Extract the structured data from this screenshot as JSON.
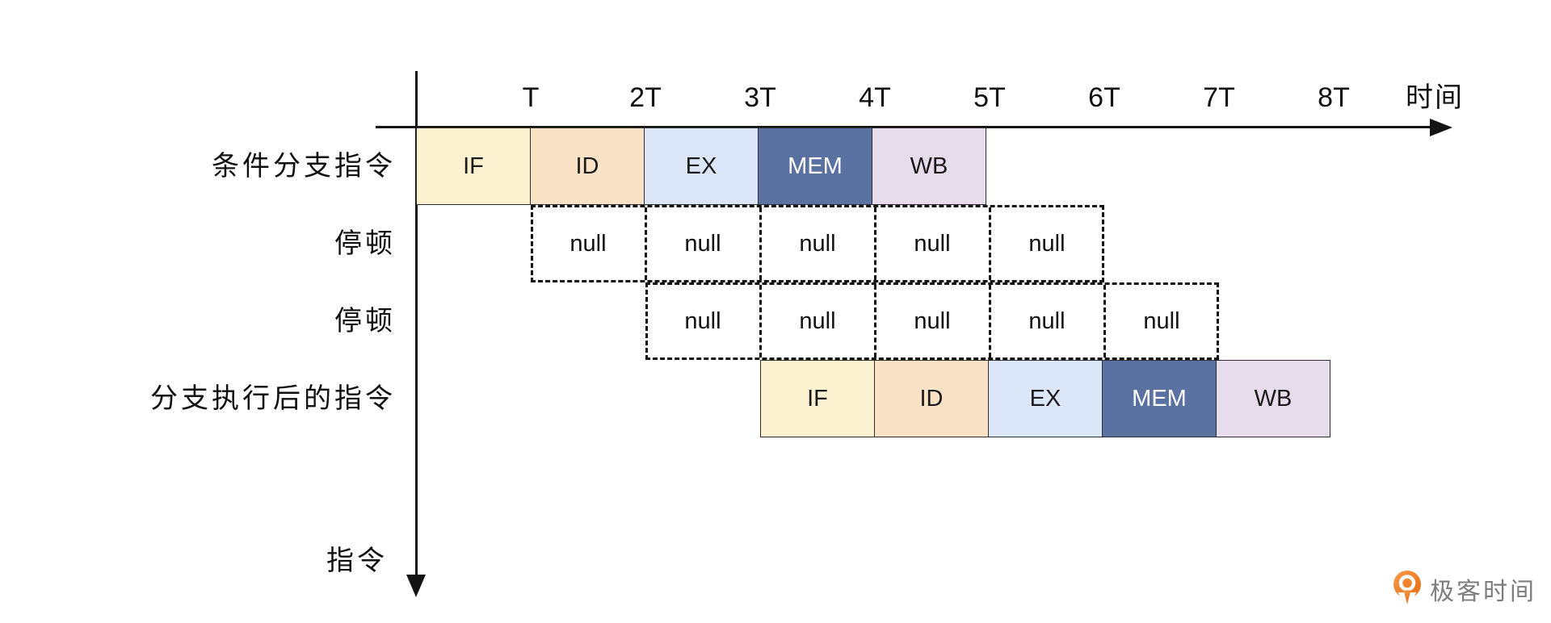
{
  "axis": {
    "time_label": "时间",
    "instruction_label": "指令",
    "ticks": [
      "T",
      "2T",
      "3T",
      "4T",
      "5T",
      "6T",
      "7T",
      "8T"
    ]
  },
  "rows": [
    {
      "label": "条件分支指令",
      "kind": "stages",
      "offset": 0,
      "cells": [
        "IF",
        "ID",
        "EX",
        "MEM",
        "WB"
      ]
    },
    {
      "label": "停顿",
      "kind": "stall",
      "offset": 1,
      "cells": [
        "null",
        "null",
        "null",
        "null",
        "null"
      ]
    },
    {
      "label": "停顿",
      "kind": "stall",
      "offset": 2,
      "cells": [
        "null",
        "null",
        "null",
        "null",
        "null"
      ]
    },
    {
      "label": "分支执行后的指令",
      "kind": "stages",
      "offset": 3,
      "cells": [
        "IF",
        "ID",
        "EX",
        "MEM",
        "WB"
      ]
    }
  ],
  "stage_colors": {
    "IF": "#FCF2CF",
    "ID": "#FAE2C6",
    "EX": "#DBE7F8",
    "MEM": "#5A72A1",
    "WB": "#E6DCEB"
  },
  "stage_text_colors": {
    "IF": "#1a1a1a",
    "ID": "#1a1a1a",
    "EX": "#1a1a1a",
    "MEM": "#ffffff",
    "WB": "#1a1a1a"
  },
  "watermark": {
    "text": "极客时间",
    "text_color": "#7d7d7d",
    "icon_color": "#EE7011",
    "icon_color_light": "#F59C4E"
  }
}
